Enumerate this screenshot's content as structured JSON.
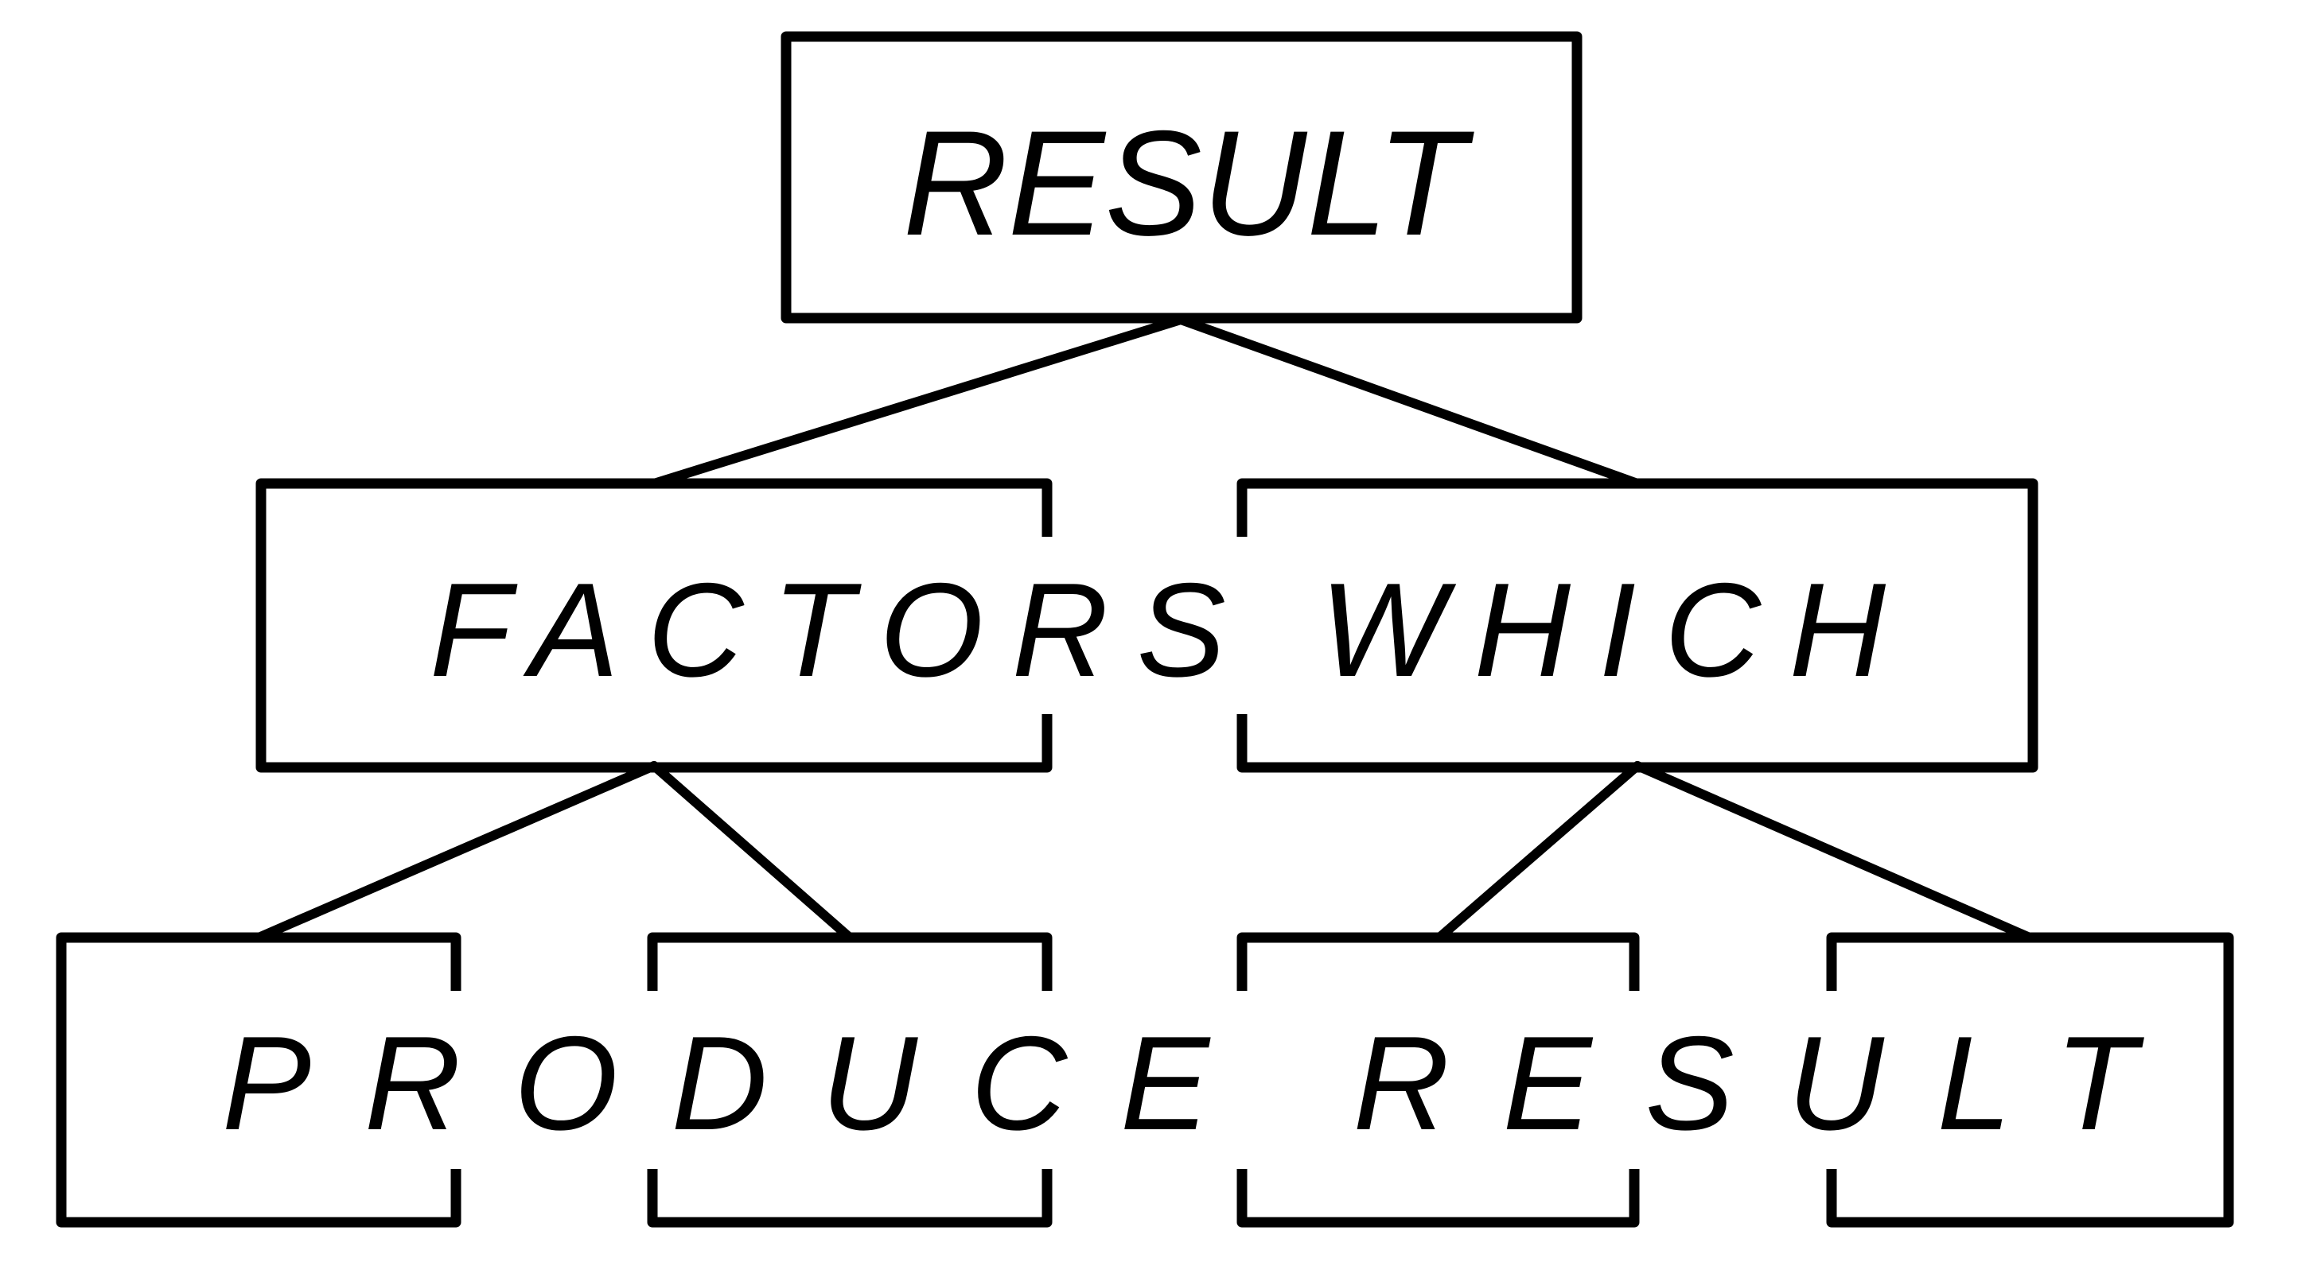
{
  "colors": {
    "ink": "#000000",
    "background": "#ffffff"
  },
  "diagram": {
    "kind": "tree-diagram",
    "levels": [
      {
        "id": "result",
        "label": "RESULT",
        "box_count": 1
      },
      {
        "id": "factors-which",
        "label": "FACTORS WHICH",
        "box_count": 2
      },
      {
        "id": "produce-result",
        "label": "PRODUCE RESULT",
        "box_count": 4
      }
    ]
  }
}
